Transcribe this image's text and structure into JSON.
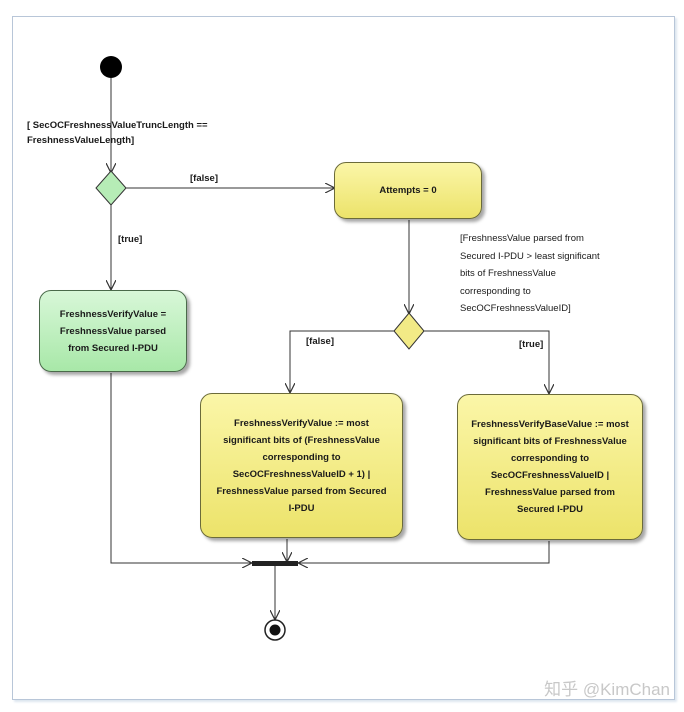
{
  "guard_top": "[ SecOCFreshnessValueTruncLength ==\nFreshnessValueLength]",
  "label_false_top": "[false]",
  "label_true_left": "[true]",
  "label_false_mid": "[false]",
  "label_true_right": "[true]",
  "node_attempts": "Attempts = 0",
  "note_guard": "[FreshnessValue parsed from\nSecured I-PDU > least significant\nbits of FreshnessValue\ncorresponding to\nSecOCFreshnessValueID]",
  "node_green": "FreshnessVerifyValue =\nFreshnessValue parsed\nfrom Secured I-PDU",
  "node_mid": "FreshnessVerifyValue := most\nsignificant bits of (FreshnessValue\ncorresponding to\nSecOCFreshnessValueID + 1) |\nFreshnessValue parsed from Secured\nI-PDU",
  "node_right": "FreshnessVerifyBaseValue := most\nsignificant bits of FreshnessValue\ncorresponding to\nSecOCFreshnessValueID |\nFreshnessValue parsed from\nSecured I-PDU",
  "watermark": "知乎 @KimChan",
  "colors": {
    "action_fill": "#f2ea86",
    "initial_fill": "#8fe08f",
    "decision_fill": "#a8e8a8",
    "decision_yellow": "#f2ea86",
    "line": "#333333",
    "frame_border": "#b8c6d8"
  }
}
